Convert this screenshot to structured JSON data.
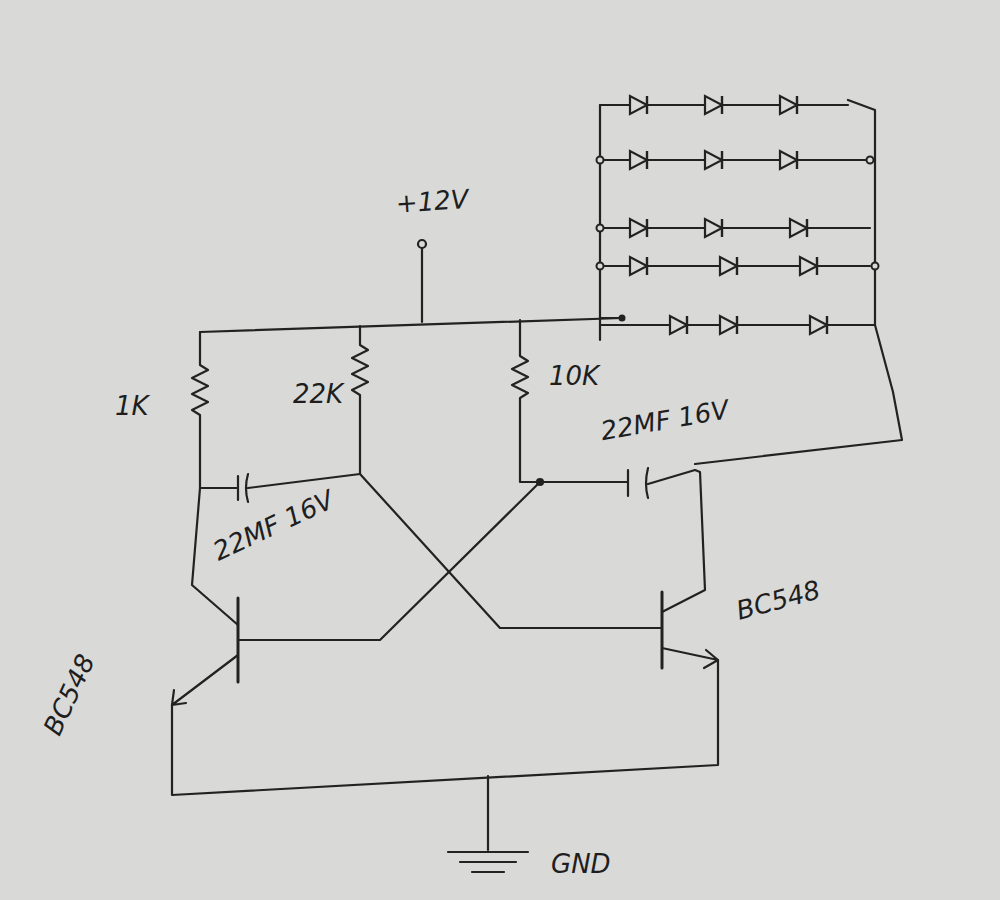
{
  "diagram": {
    "labels": [
      "+12V",
      "1K",
      "22K",
      "10K",
      "22MF 16V",
      "22MF 16V",
      "BC548",
      "BC548",
      "GND"
    ]
  }
}
